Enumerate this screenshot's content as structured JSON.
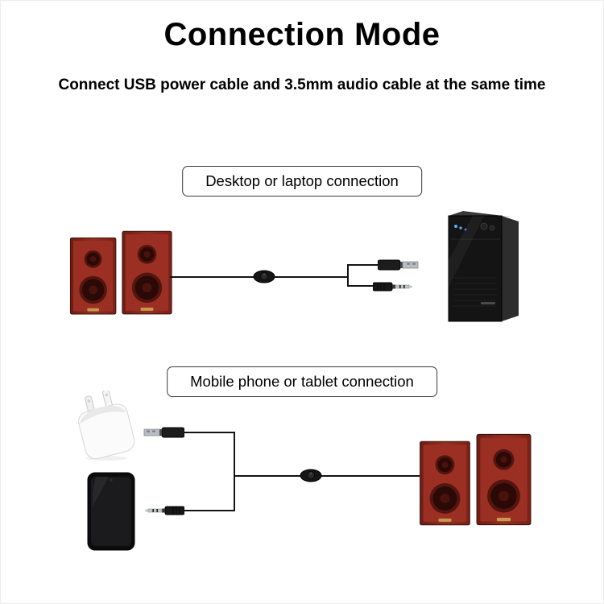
{
  "page": {
    "title": "Connection Mode",
    "subtitle": "Connect USB power cable and 3.5mm audio cable at the same time"
  },
  "sections": {
    "desktop": {
      "label": "Desktop or laptop connection"
    },
    "mobile": {
      "label": "Mobile phone or tablet connection"
    }
  },
  "colors": {
    "background": "#ffffff",
    "text": "#000000",
    "speaker_cabinet_red": "#93301f",
    "speaker_front_red": "#9c2f23",
    "speaker_driver_dark": "#2a0907",
    "speaker_logo_gold": "#c59a4e",
    "pc_tower_black": "#141414",
    "pc_led_blue": "#5db1ff",
    "cable_black": "#141414",
    "connector_metal": "#b9bdc2",
    "charger_white": "#fbfbfb",
    "phone_black": "#0c0c0c",
    "label_border": "#3a3a3a"
  },
  "illustrations": {
    "top_left": "speaker-pair",
    "top_right": "desktop-pc-tower",
    "inline_device": "inline-volume-control",
    "plug_a": "usb-a-plug",
    "plug_b": "3.5mm-audio-plug",
    "bottom_left_1": "usb-wall-charger",
    "bottom_left_2": "smartphone",
    "bottom_right": "speaker-pair"
  }
}
